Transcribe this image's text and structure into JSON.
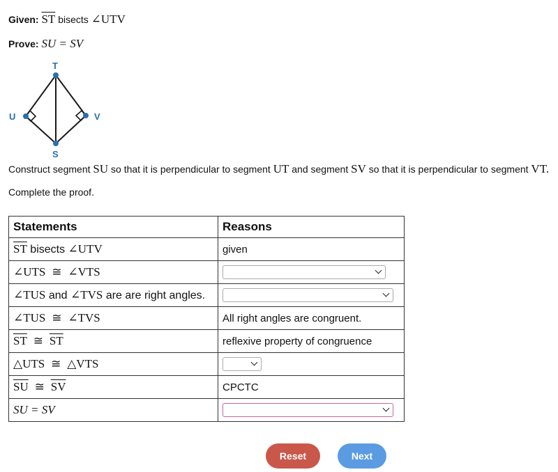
{
  "given": {
    "label": "Given:",
    "segment": "ST",
    "text": "bisects",
    "angle": "∠UTV"
  },
  "prove": {
    "label": "Prove:",
    "expr": "SU = SV"
  },
  "diagram": {
    "labels": {
      "T": "T",
      "U": "U",
      "V": "V",
      "S": "S"
    },
    "color": "#2a6fb0"
  },
  "construct": {
    "p1": "Construct segment",
    "seg1": "SU",
    "p2": "so that it is perpendicular to segment",
    "seg2": "UT",
    "p3": "and segment",
    "seg3": "SV",
    "p4": "so that it is perpendicular to segment",
    "seg4": "VT."
  },
  "complete": "Complete the proof.",
  "table": {
    "headers": {
      "statements": "Statements",
      "reasons": "Reasons"
    },
    "rows": [
      {
        "s_seg": "ST",
        "s_text": "bisects",
        "s_angle": "∠UTV",
        "reason": "given"
      },
      {
        "s_a": "∠UTS",
        "cong": "≅",
        "s_b": "∠VTS"
      },
      {
        "s_a": "∠TUS",
        "s_and": "and",
        "s_b": "∠TVS",
        "s_text": "are are right angles."
      },
      {
        "s_a": "∠TUS",
        "cong": "≅",
        "s_b": "∠TVS",
        "reason": "All right angles are congruent."
      },
      {
        "s_a": "ST",
        "cong": "≅",
        "s_b": "ST",
        "reason": "reflexive property of congruence"
      },
      {
        "s_a": "△UTS",
        "cong": "≅",
        "s_b": "△VTS"
      },
      {
        "s_a": "SU",
        "cong": "≅",
        "s_b": "SV",
        "reason": "CPCTC"
      },
      {
        "s_expr": "SU = SV"
      }
    ]
  },
  "buttons": {
    "reset": "Reset",
    "next": "Next"
  }
}
